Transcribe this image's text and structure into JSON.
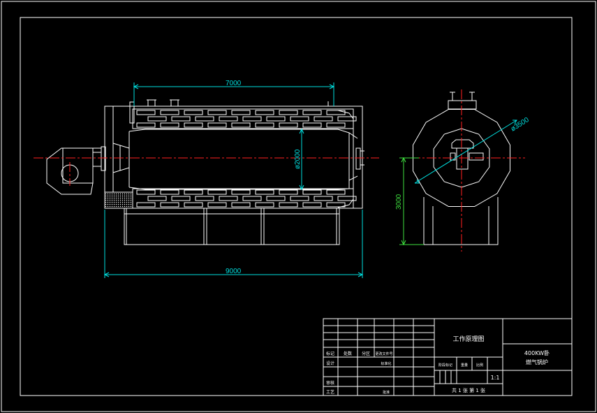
{
  "dimensions": {
    "shell_length": "7000",
    "total_length": "9000",
    "inner_diameter": "ø2000",
    "outer_diameter": "ø3500",
    "center_height": "3000"
  },
  "title_block": {
    "drawing_title": "工作原理图",
    "product_name_line1": "400KW卧",
    "product_name_line2": "燃气锅炉",
    "scale_value": "1:1",
    "sheet_info": "共 1 张  第 1 张",
    "label_mark": "标记",
    "label_count": "处数",
    "label_zone": "分区",
    "label_change_no": "更改文件号",
    "label_design": "设计",
    "label_standard": "标准化",
    "label_stage_mark": "阶段标记",
    "label_weight": "重量",
    "label_scale": "比例",
    "label_review": "审核",
    "label_process": "工艺",
    "label_approve": "批准"
  },
  "colors": {
    "background": "#000000",
    "lines": "#ffffff",
    "dimension": "#00e0e0",
    "centerline": "#ff2020",
    "dimension_green": "#3fe03f"
  }
}
